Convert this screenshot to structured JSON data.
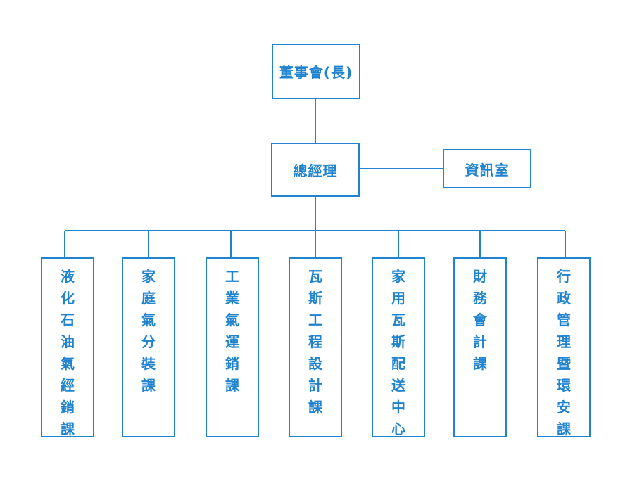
{
  "colors": {
    "accent": "#1f83cf",
    "background": "#ffffff"
  },
  "chart": {
    "chairman": "董事會(長)",
    "general_manager": "總經理",
    "info_office": "資訊室",
    "departments": [
      "液化石油氣經銷課",
      "家庭氣分裝課",
      "工業氣運銷課",
      "瓦斯工程設計課",
      "家用瓦斯配送中心",
      "財務會計課",
      "行政管理暨環安課"
    ]
  }
}
